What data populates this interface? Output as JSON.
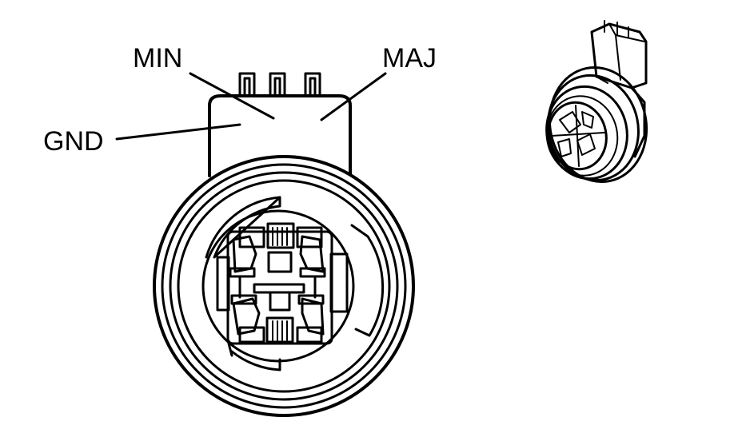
{
  "callouts": {
    "min": "MIN",
    "maj": "MAJ",
    "gnd": "GND"
  },
  "colors": {
    "ink": "#000000",
    "paper": "#ffffff"
  }
}
